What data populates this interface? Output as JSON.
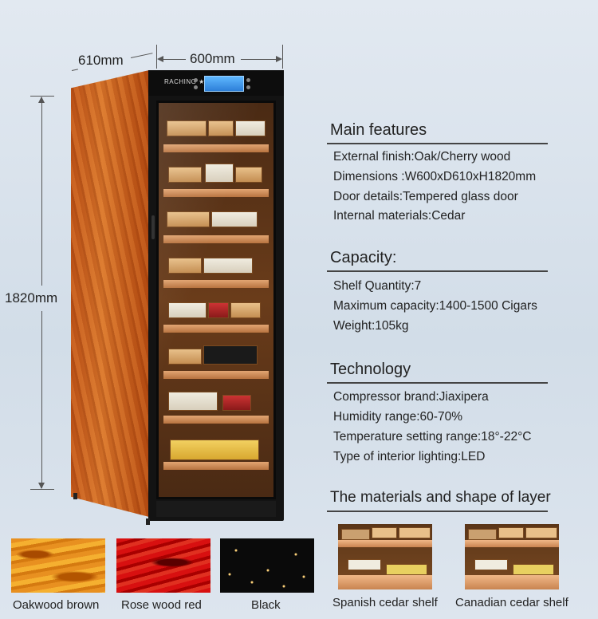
{
  "dimensions": {
    "depth": "610mm",
    "width": "600mm",
    "height": "1820mm"
  },
  "cabinet": {
    "brand": "RACHING ★★"
  },
  "sections": [
    {
      "title": "Main features",
      "items": [
        "External finish:Oak/Cherry wood",
        "Dimensions :W600xD610xH1820mm",
        "Door details:Tempered glass door",
        "Internal materials:Cedar"
      ]
    },
    {
      "title": "Capacity:",
      "items": [
        "Shelf Quantity:7",
        "Maximum capacity:1400-1500 Cigars",
        "Weight:105kg"
      ]
    },
    {
      "title": "Technology",
      "items": [
        "Compressor brand:Jiaxipera",
        "Humidity range:60-70%",
        "Temperature setting range:18°-22°C",
        "Type of interior lighting:LED"
      ]
    }
  ],
  "layer_section": {
    "title": "The materials and shape of layer",
    "shelves": [
      "Spanish cedar shelf",
      "Canadian cedar shelf"
    ]
  },
  "finishes": [
    "Oakwood brown",
    "Rose wood red",
    "Black"
  ]
}
